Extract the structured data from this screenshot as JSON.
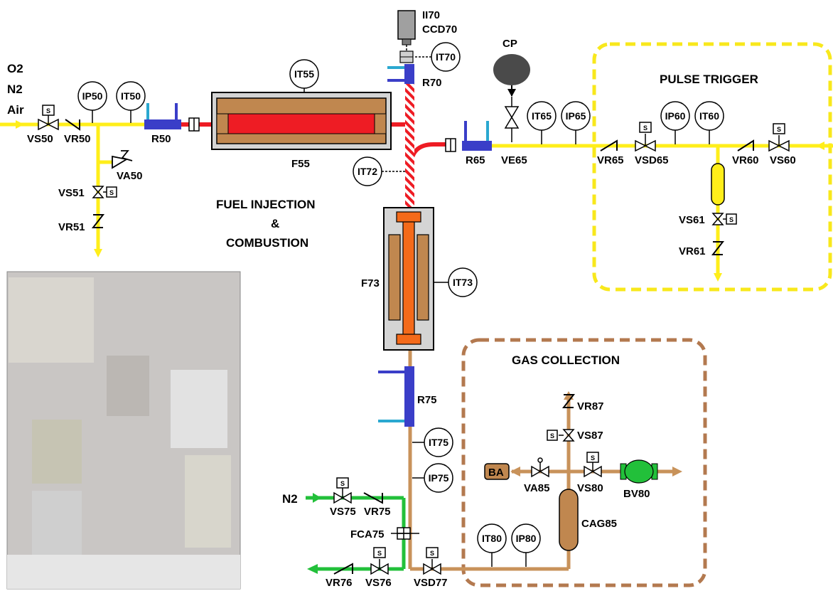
{
  "gases": {
    "o2": "O2",
    "n2": "N2",
    "air": "Air"
  },
  "sections": {
    "fuel_line1": "FUEL INJECTION",
    "fuel_line2": "&",
    "fuel_line3": "COMBUSTION",
    "pulse": "PULSE TRIGGER",
    "gas": "GAS COLLECTION"
  },
  "labels": {
    "vs50": "VS50",
    "vr50": "VR50",
    "va50": "VA50",
    "vs51": "VS51",
    "vr51": "VR51",
    "r50": "R50",
    "f55": "F55",
    "r70": "R70",
    "ii70": "II70",
    "ccd70": "CCD70",
    "cp": "CP",
    "r65": "R65",
    "ve65": "VE65",
    "vr65": "VR65",
    "vsd65": "VSD65",
    "vr60": "VR60",
    "vs60": "VS60",
    "vs61": "VS61",
    "vr61": "VR61",
    "f73": "F73",
    "r75": "R75",
    "n2": "N2",
    "vs75": "VS75",
    "vr75": "VR75",
    "fca75": "FCA75",
    "vr76": "VR76",
    "vs76": "VS76",
    "vsd77": "VSD77",
    "vr87": "VR87",
    "vs87": "VS87",
    "ba": "BA",
    "va85": "VA85",
    "vs80": "VS80",
    "bv80": "BV80",
    "cag85": "CAG85",
    "s": "S"
  },
  "instruments": {
    "ip50": "IP50",
    "it50": "IT50",
    "it55": "IT55",
    "it70": "IT70",
    "it72": "IT72",
    "it65": "IT65",
    "ip65": "IP65",
    "ip60": "IP60",
    "it60": "IT60",
    "it73": "IT73",
    "it75": "IT75",
    "ip75": "IP75",
    "it80": "IT80",
    "ip80": "IP80"
  },
  "colors": {
    "yellow_line": "#ffee1a",
    "red_line": "#ee1c24",
    "brown_line": "#c8925a",
    "green_line": "#22c03a",
    "blue_reactor": "#3a3ec8",
    "cyan_port": "#2aa8d0",
    "furnace_brown": "#c0874f",
    "orange": "#f46a1a",
    "gray_housing": "#d4d4d4",
    "pulse_box": "#f8e81c",
    "gas_box": "#b3794f",
    "bv_green": "#22c03a"
  }
}
